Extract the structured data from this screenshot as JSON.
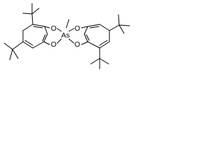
{
  "molecule": {
    "atom_labels": {
      "o_upper_left": "O",
      "o_lower_left": "O",
      "o_upper_right": "O",
      "o_lower_right": "O",
      "arsenic": "As"
    },
    "bond_color": "#000000",
    "background": "#ffffff"
  }
}
